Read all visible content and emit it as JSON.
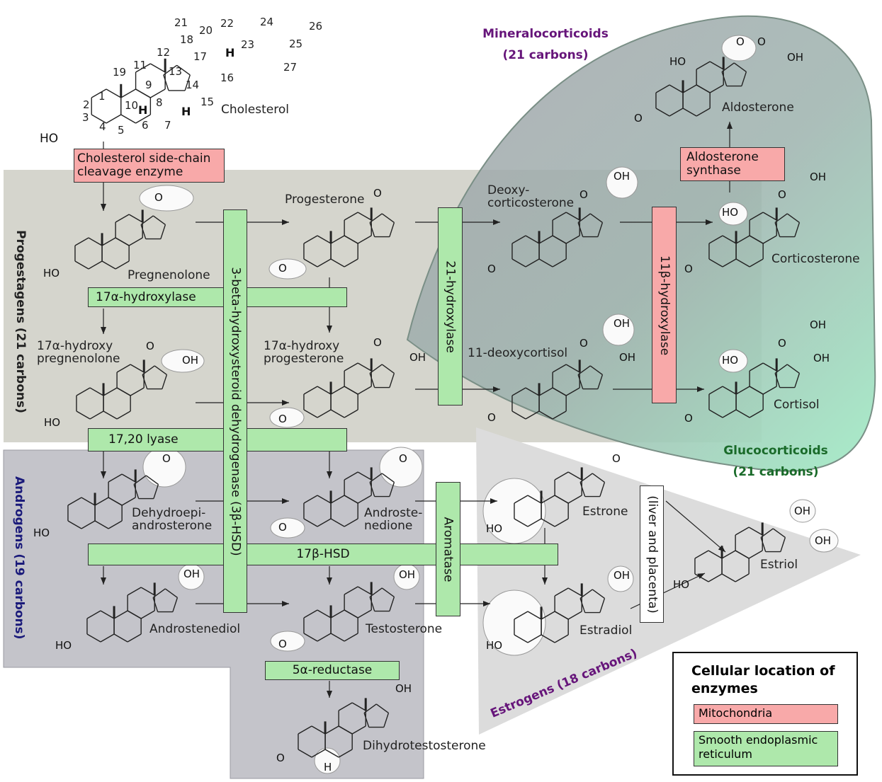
{
  "title": "",
  "regions": {
    "mineralocorticoids": {
      "name": "Mineralocorticoids",
      "carbons": "(21 carbons)",
      "color": "#66157a"
    },
    "glucocorticoids": {
      "name": "Glucocorticoids",
      "carbons": "(21 carbons)",
      "color": "#1a6b2a"
    },
    "progestagens": {
      "label": "Progestagens (21 carbons)",
      "color": "#222222"
    },
    "androgens": {
      "label": "Androgens (19 carbons)",
      "color": "#1a1a7a"
    },
    "estrogens": {
      "label": "Estrogens (18 carbons)",
      "color": "#66157a"
    }
  },
  "compounds": {
    "cholesterol": "Cholesterol",
    "pregnenolone": "Pregnenolone",
    "progesterone": "Progesterone",
    "deoxycorticosterone": "Deoxy-\ncorticosterone",
    "corticosterone": "Corticosterone",
    "aldosterone": "Aldosterone",
    "hydroxypregnenolone": "17α-hydroxy\npregnenolone",
    "hydroxyprogesterone": "17α-hydroxy\nprogesterone",
    "deoxycortisol": "11-deoxycortisol",
    "cortisol": "Cortisol",
    "dhea": "Dehydroepi-\nandrosterone",
    "androstenedione": "Androste-\nnedione",
    "estrone": "Estrone",
    "estriol": "Estriol",
    "androstenediol": "Androstenediol",
    "testosterone": "Testosterone",
    "estradiol": "Estradiol",
    "dht": "Dihydrotestosterone"
  },
  "enzymes": {
    "side_chain": {
      "label": "Cholesterol side-chain cleavage enzyme",
      "location": "mitochondria"
    },
    "aldosterone_synthase": {
      "label": "Aldosterone synthase",
      "location": "mitochondria"
    },
    "hydroxylase_11b": {
      "label": "11β-hydroxylase",
      "location": "mitochondria"
    },
    "hydroxylase_17a": {
      "label": "17α-hydroxylase",
      "location": "ser"
    },
    "lyase_1720": {
      "label": "17,20 lyase",
      "location": "ser"
    },
    "hsd_3b": {
      "label": "3-beta-hydroxysteroid dehydrogenase (3β-HSD)",
      "location": "ser"
    },
    "hydroxylase_21": {
      "label": "21-hydroxylase",
      "location": "ser"
    },
    "hsd_17b": {
      "label": "17β-HSD",
      "location": "ser"
    },
    "aromatase": {
      "label": "Aromatase",
      "location": "ser"
    },
    "reductase_5a": {
      "label": "5α-reductase",
      "location": "ser"
    },
    "liver_placenta": {
      "label": "(liver and placenta)",
      "location": "other"
    }
  },
  "legend": {
    "title": "Cellular location of enzymes",
    "mitochondria": "Mitochondria",
    "ser": "Smooth endoplasmic reticulum"
  },
  "atoms": {
    "ho": "HO",
    "oh": "OH",
    "o": "O",
    "h": "H"
  },
  "carbon_numbers": [
    "1",
    "2",
    "3",
    "4",
    "5",
    "6",
    "7",
    "8",
    "9",
    "10",
    "11",
    "12",
    "13",
    "14",
    "15",
    "16",
    "17",
    "18",
    "19",
    "20",
    "21",
    "22",
    "23",
    "24",
    "25",
    "26",
    "27"
  ],
  "colors": {
    "mitochondria": "#f8a9a9",
    "ser": "#aee8ab",
    "progestagen_region": "#d4d4cc",
    "androgen_region": "#c5c5cb",
    "estrogen_region": "#dedede",
    "mineralo_region": "#b9b9c0",
    "gluco_region": "#a9e8c8"
  }
}
